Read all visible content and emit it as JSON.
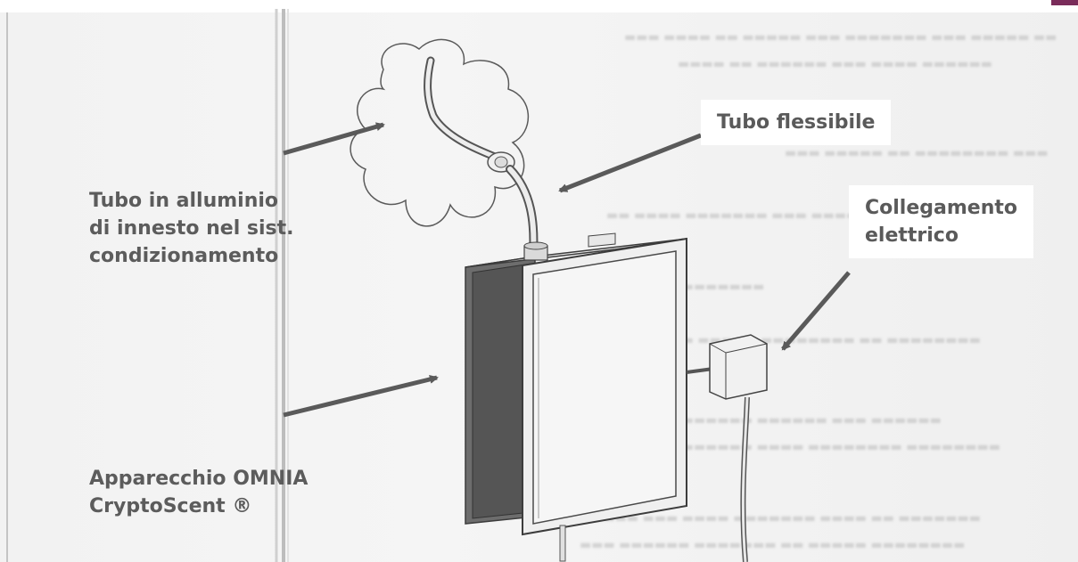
{
  "labels": {
    "tubo_alluminio": [
      "Tubo in alluminio",
      "di innesto nel sist.",
      "condizionamento"
    ],
    "tubo_flessibile": "Tubo flessibile",
    "collegamento": [
      "Collegamento",
      "elettrico"
    ],
    "apparecchio": [
      "Apparecchio OMNIA",
      "CryptoScent ®"
    ]
  },
  "colors": {
    "label_text": "#5c5c5c",
    "arrow": "#5a5a5a",
    "drawing_line": "#4a4a4a",
    "corner_accent": "#7a2c5a"
  }
}
